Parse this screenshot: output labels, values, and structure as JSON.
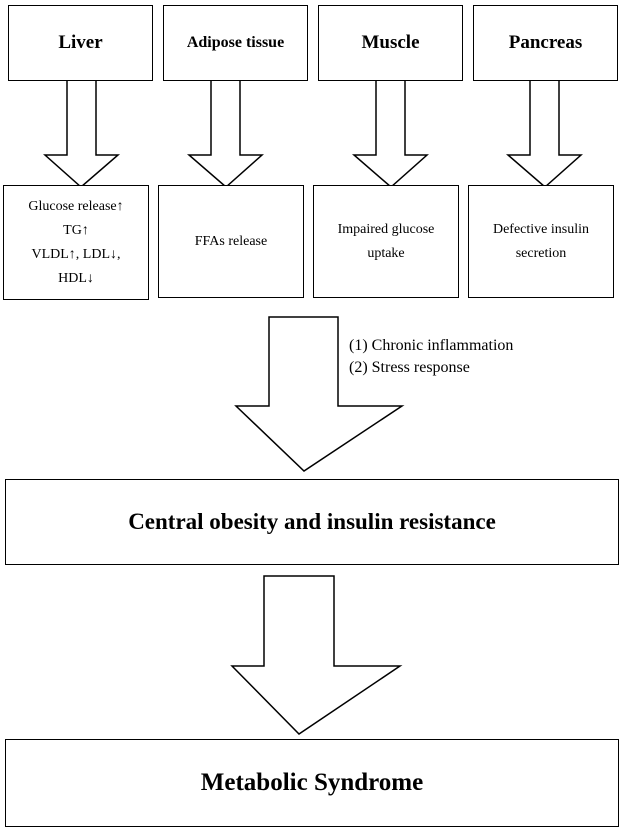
{
  "organs": [
    {
      "name": "Liver",
      "effect": [
        "Glucose release↑",
        "TG↑",
        "VLDL↑, LDL↓,",
        "HDL↓"
      ]
    },
    {
      "name": "Adipose tissue",
      "effect": [
        "FFAs release"
      ]
    },
    {
      "name": "Muscle",
      "effect": [
        "Impaired glucose",
        "uptake"
      ]
    },
    {
      "name": "Pancreas",
      "effect": [
        "Defective insulin",
        "secretion"
      ]
    }
  ],
  "mechanisms": [
    "(1) Chronic inflammation",
    "(2) Stress response"
  ],
  "central": "Central obesity and insulin resistance",
  "final": "Metabolic Syndrome"
}
